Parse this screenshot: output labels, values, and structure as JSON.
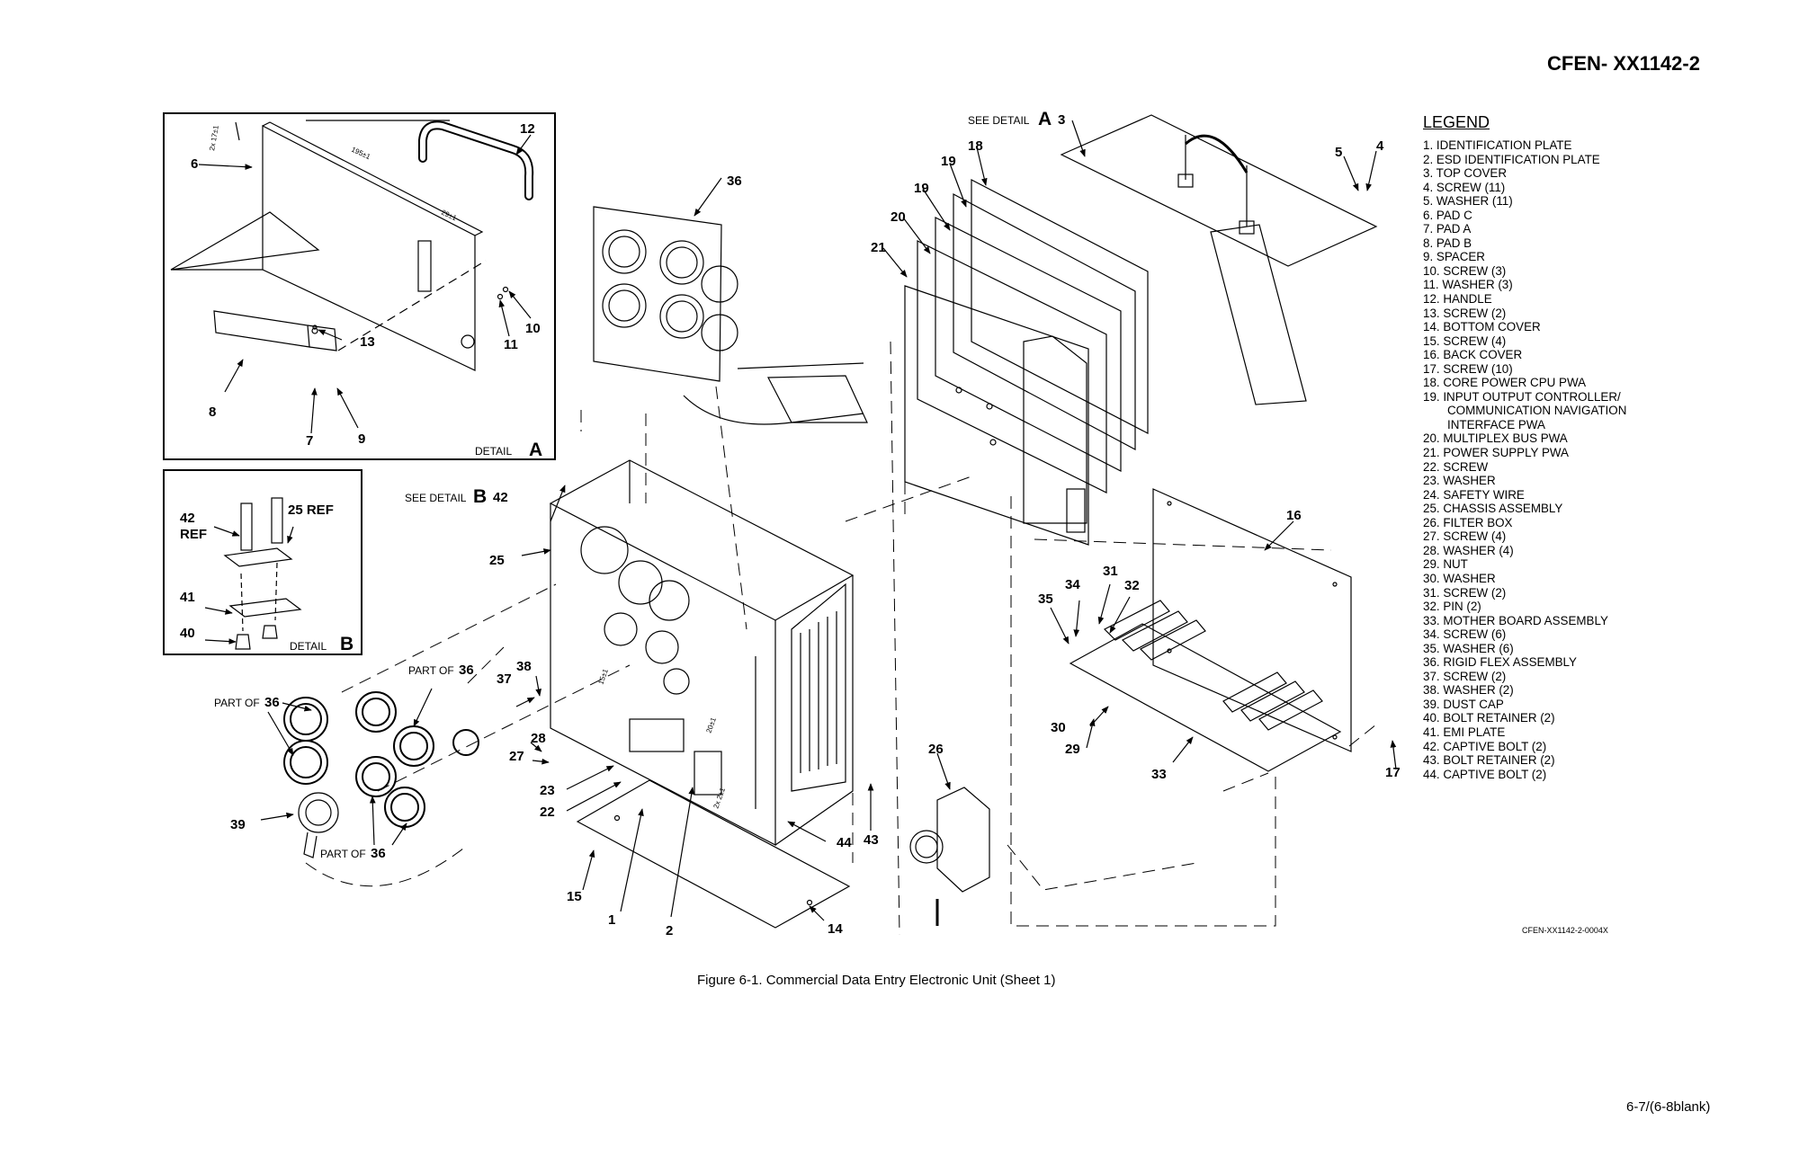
{
  "document_id": "CFEN- XX1142-2",
  "legend": {
    "title": "LEGEND",
    "items": [
      "1. IDENTIFICATION PLATE",
      "2. ESD IDENTIFICATION PLATE",
      "3. TOP COVER",
      "4. SCREW (11)",
      "5. WASHER (11)",
      "6. PAD C",
      "7. PAD A",
      "8. PAD B",
      "9. SPACER",
      "10. SCREW (3)",
      "11. WASHER (3)",
      "12. HANDLE",
      "13. SCREW (2)",
      "14. BOTTOM COVER",
      "15. SCREW (4)",
      "16. BACK COVER",
      "17. SCREW (10)",
      "18. CORE POWER CPU PWA",
      "19. INPUT OUTPUT CONTROLLER/",
      "COMMUNICATION NAVIGATION",
      "INTERFACE PWA",
      "20. MULTIPLEX BUS PWA",
      "21. POWER SUPPLY PWA",
      "22. SCREW",
      "23. WASHER",
      "24. SAFETY WIRE",
      "25. CHASSIS ASSEMBLY",
      "26. FILTER BOX",
      "27. SCREW (4)",
      "28. WASHER (4)",
      "29. NUT",
      "30. WASHER",
      "31. SCREW (2)",
      "32. PIN (2)",
      "33. MOTHER BOARD ASSEMBLY",
      "34. SCREW (6)",
      "35. WASHER (6)",
      "36. RIGID FLEX ASSEMBLY",
      "37. SCREW (2)",
      "38. WASHER (2)",
      "39. DUST CAP",
      "40. BOLT RETAINER (2)",
      "41. EMI PLATE",
      "42. CAPTIVE BOLT (2)",
      "43. BOLT RETAINER (2)",
      "44. CAPTIVE BOLT (2)"
    ]
  },
  "detail_a": {
    "label": "DETAIL",
    "letter": "A",
    "dims": [
      "2x 17±1",
      "195±1",
      "29±1"
    ],
    "callouts": [
      "6",
      "12",
      "13",
      "10",
      "11",
      "8",
      "7",
      "9"
    ]
  },
  "detail_b": {
    "label": "DETAIL",
    "letter": "B",
    "callouts": [
      "42",
      "REF",
      "25 REF",
      "41",
      "40"
    ]
  },
  "see_detail_a": {
    "text": "SEE DETAIL",
    "letter": "A",
    "num": "3"
  },
  "see_detail_b": {
    "text": "SEE DETAIL",
    "letter": "B",
    "num": "42"
  },
  "part_of": {
    "text": "PART OF",
    "num": "36"
  },
  "callouts": {
    "c36": "36",
    "c18": "18",
    "c19a": "19",
    "c19b": "19",
    "c20": "20",
    "c21": "21",
    "c5": "5",
    "c4": "4",
    "c16": "16",
    "c25": "25",
    "c34": "34",
    "c31": "31",
    "c32": "32",
    "c35": "35",
    "c37": "37",
    "c38": "38",
    "c28": "28",
    "c27": "27",
    "c23": "23",
    "c22": "22",
    "c39": "39",
    "c26": "26",
    "c30": "30",
    "c29": "29",
    "c33": "33",
    "c17": "17",
    "c43": "43",
    "c44": "44",
    "c15": "15",
    "c1": "1",
    "c2": "2",
    "c14": "14"
  },
  "chassis_dims": [
    "15±1",
    "20±1",
    "2x 2±1"
  ],
  "drawing_id": "CFEN-XX1142-2-0004X",
  "caption": "Figure 6-1. Commercial Data Entry Electronic Unit (Sheet 1)",
  "page_number": "6-7/(6-8blank)"
}
